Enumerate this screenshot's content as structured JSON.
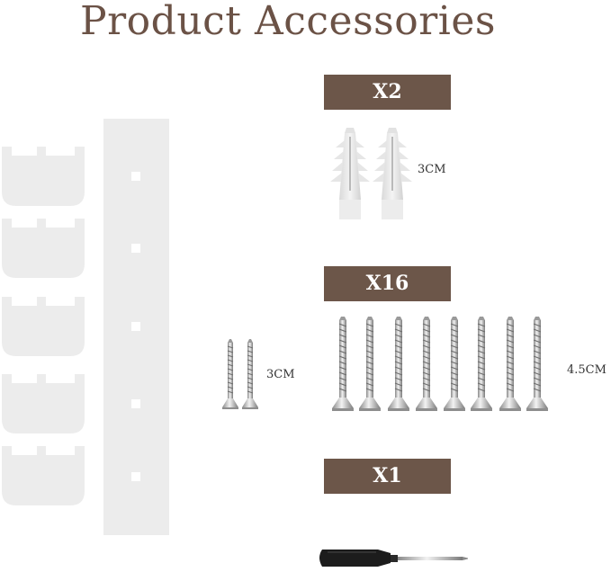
{
  "title": "Product Accessories",
  "badges": {
    "anchors": "X2",
    "screws": "X16",
    "screwdriver": "X1"
  },
  "labels": {
    "anchor_length": "3CM",
    "short_screw_length": "3CM",
    "long_screw_length": "4.5CM"
  },
  "colors": {
    "badge": "#6c5649",
    "title": "#6b5246",
    "part": "#ececec"
  }
}
